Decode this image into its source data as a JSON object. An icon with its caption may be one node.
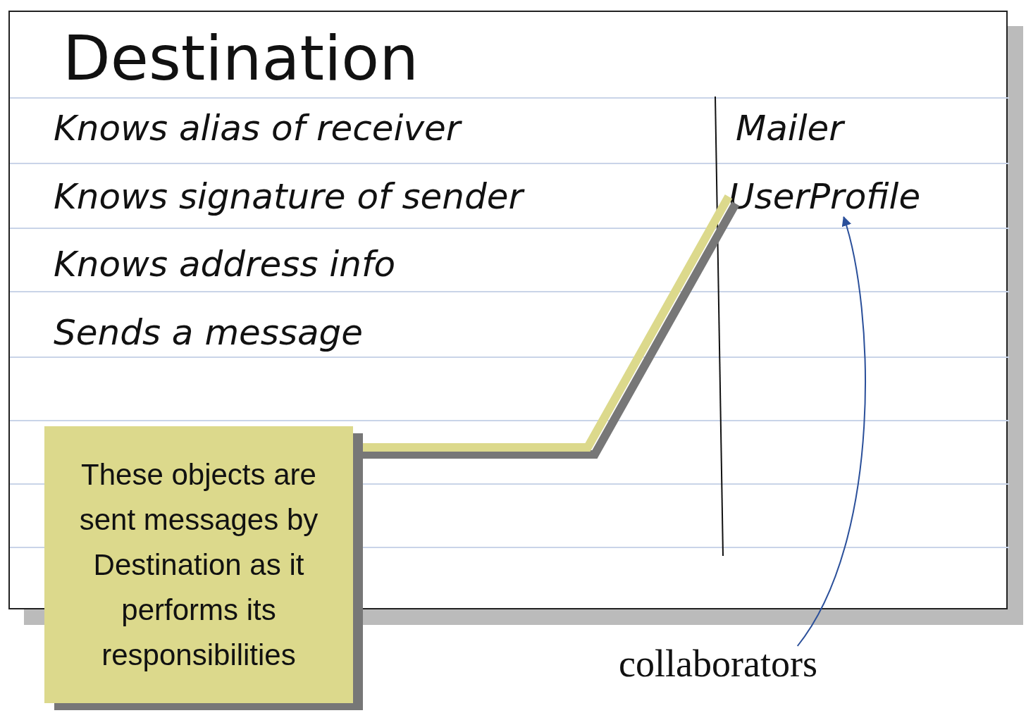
{
  "diagram": {
    "nodes": [
      {
        "text": [
          "Destination"
        ]
      },
      {
        "text": [
          "Knows alias of receiver"
        ],
        "in": 0
      },
      {
        "text": [
          "Knows signature of sender"
        ],
        "in": 0
      },
      {
        "text": [
          "Knows address info"
        ],
        "in": 0
      },
      {
        "text": [
          "Sends a message"
        ],
        "in": 0
      },
      {
        "text": [
          "Mailer"
        ],
        "in": 0
      },
      {
        "text": [
          "UserProfile"
        ],
        "in": 0
      },
      {
        "text": [
          "These objects are sent messages by Destination as it performs its responsibilities"
        ]
      },
      {
        "text": [
          "collaborators"
        ]
      }
    ],
    "edges": [
      {
        "from": 7,
        "to": 6,
        "arrow": "none",
        "style": "thick",
        "color": "#dcd98c"
      },
      {
        "from": 8,
        "to": 6,
        "arrow": "to",
        "color": "#2a4f9a"
      }
    ]
  }
}
